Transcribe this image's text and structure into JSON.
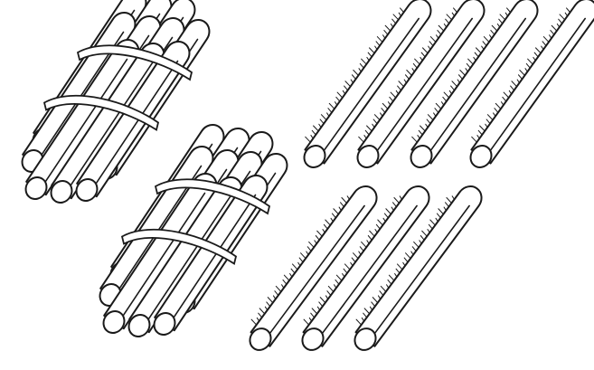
{
  "illustration": {
    "bundles_of_ten": 2,
    "single_sticks": 7,
    "total_sticks": 27,
    "bundle_band_count": 2,
    "ink_color": "#1a1a1a",
    "background_color": "#ffffff",
    "style": "black-and-white line drawing"
  }
}
